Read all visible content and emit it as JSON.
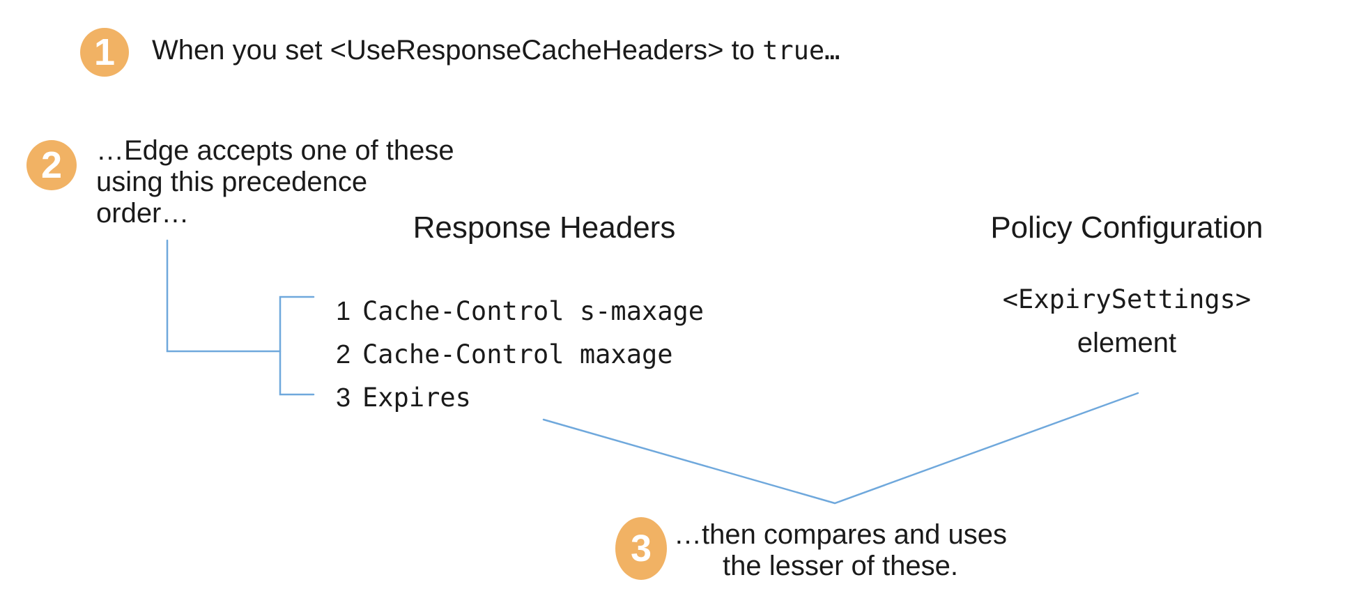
{
  "colors": {
    "badge_orange": "#F1B264",
    "connector_blue": "#6FA8DC",
    "text": "#1A1A1A",
    "background": "#FFFFFF"
  },
  "steps": [
    {
      "number": "1",
      "text_sans": "When you set <UseResponseCacheHeaders> to ",
      "text_mono": "true…"
    },
    {
      "number": "2",
      "lines": [
        "…Edge accepts one of these",
        "using this precedence",
        "order…"
      ]
    },
    {
      "number": "3",
      "lines": [
        "…then compares and uses",
        "the lesser of these."
      ]
    }
  ],
  "response_headers": {
    "title": "Response Headers",
    "items": [
      {
        "rank": "1",
        "header": "Cache-Control s-maxage"
      },
      {
        "rank": "2",
        "header": "Cache-Control maxage"
      },
      {
        "rank": "3",
        "header": "Expires"
      }
    ]
  },
  "policy_configuration": {
    "title": "Policy Configuration",
    "code": "<ExpirySettings>",
    "caption": "element"
  }
}
